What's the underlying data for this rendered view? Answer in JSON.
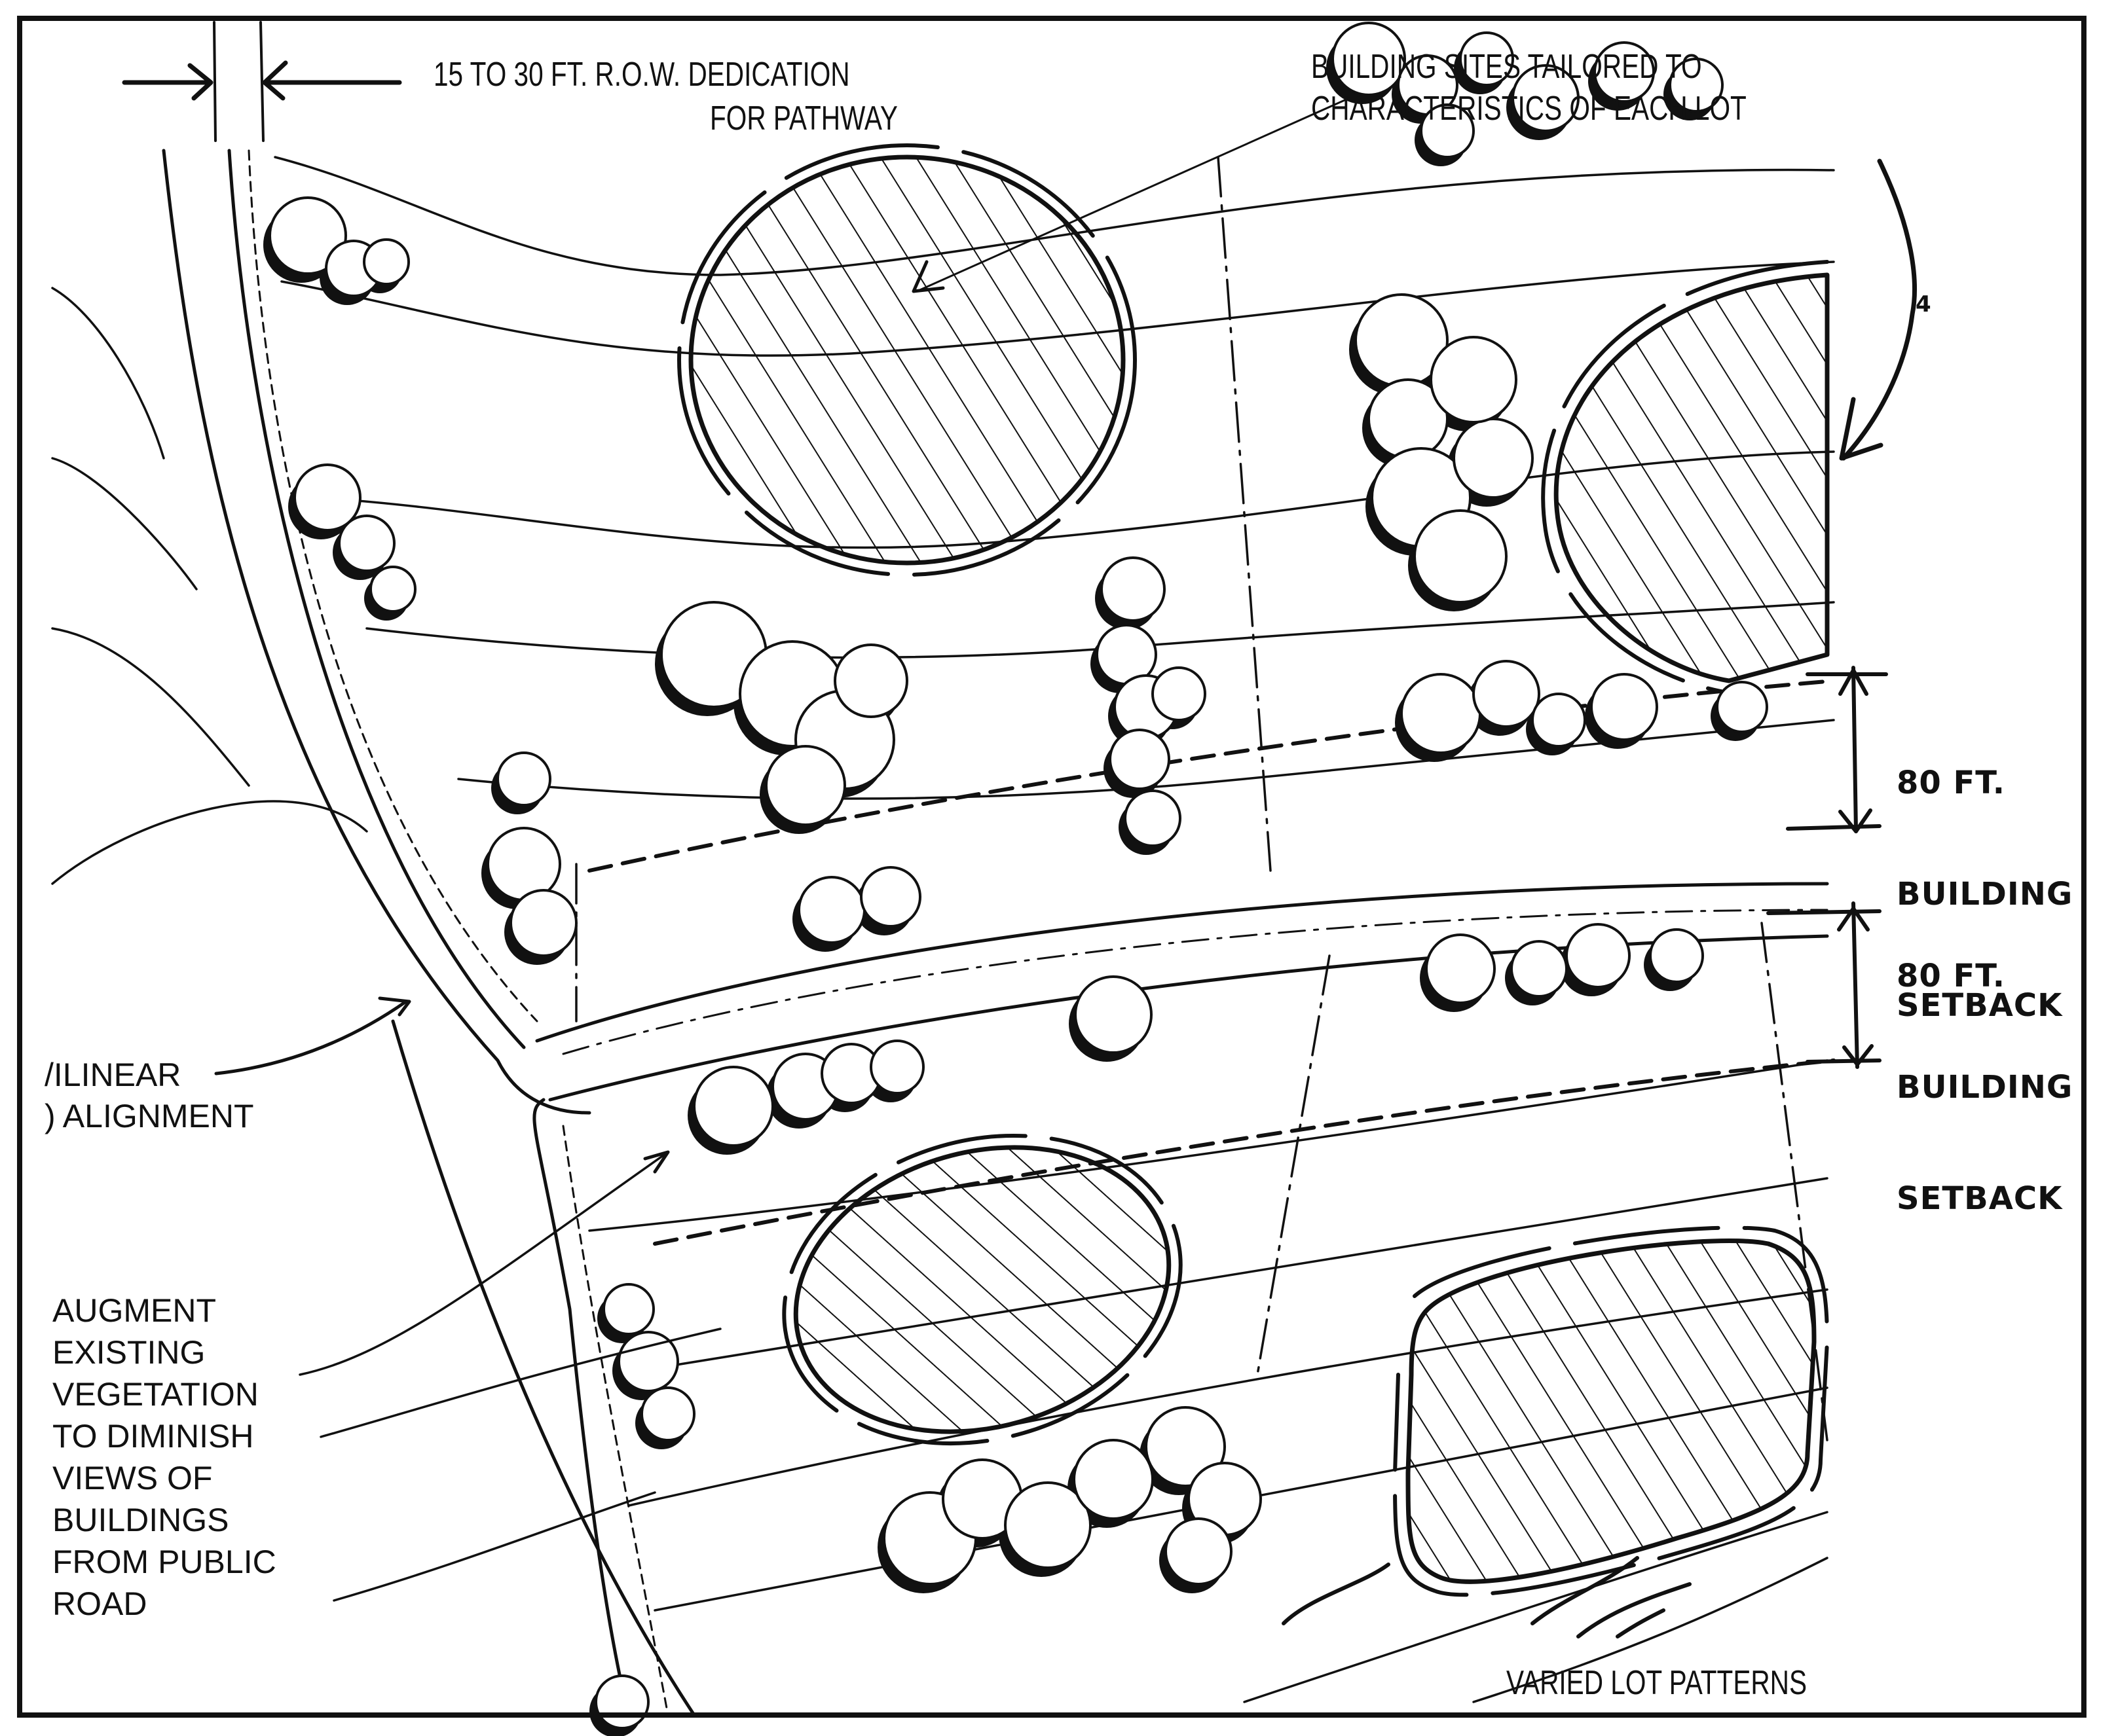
{
  "diagram": {
    "title": "Site plan: lot layout with pathway, building sites and setbacks",
    "ink_color": "#111111",
    "paper_color": "#ffffff"
  },
  "labels": {
    "row_dedication": {
      "line1": "15 TO 30 FT. R.O.W. DEDICATION",
      "line2": "FOR PATHWAY"
    },
    "building_sites": {
      "line1": "BUILDING SITES TAILORED TO",
      "line2": "CHARACTERISTICS OF EACH LOT"
    },
    "marker_number": "4",
    "setback_upper": {
      "line1": "80 FT.",
      "line2": "BUILDING",
      "line3": "SETBACK"
    },
    "setback_lower": {
      "line1": "80 FT.",
      "line2": "BUILDING",
      "line3": "SETBACK"
    },
    "curvilinear": {
      "line1": "/ILINEAR",
      "line2": ") ALIGNMENT"
    },
    "augment": {
      "lines": [
        "AUGMENT",
        "EXISTING",
        "VEGETATION",
        "TO DIMINISH",
        "VIEWS OF",
        "BUILDINGS",
        "FROM PUBLIC",
        "ROAD"
      ]
    },
    "varied_lots": "VARIED LOT PATTERNS"
  }
}
